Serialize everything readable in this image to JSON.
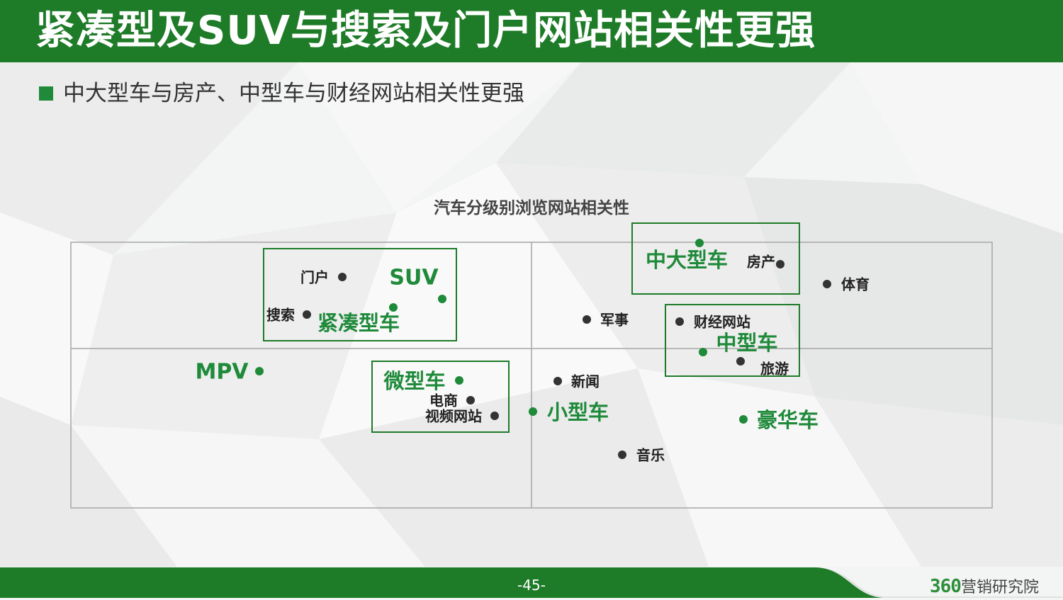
{
  "slide": {
    "title": "紧凑型及SUV与搜索及门户网站相关性更强",
    "subtitle": "中大型车与房产、中型车与财经网站相关性更强",
    "page_number": "-45-",
    "brand_number": "360",
    "brand_text": "营销研究院"
  },
  "colors": {
    "header_green": "#1e7b28",
    "point_green": "#1e8a3a",
    "label_green": "#1e8a3a",
    "dark_point": "#333333"
  },
  "chart_data": {
    "type": "scatter",
    "title": "汽车分级别浏览网站相关性",
    "xlabel": "",
    "ylabel": "",
    "grid": "quadrant dividers",
    "legend": "none",
    "series": [
      {
        "points": [
          {
            "label": "门户",
            "group": "website"
          },
          {
            "label": "SUV",
            "group": "car"
          },
          {
            "label": "搜索",
            "group": "website"
          },
          {
            "label": "紧凑型车",
            "group": "car"
          },
          {
            "label": "中大型车",
            "group": "car"
          },
          {
            "label": "房产",
            "group": "website"
          },
          {
            "label": "体育",
            "group": "website"
          },
          {
            "label": "军事",
            "group": "website"
          },
          {
            "label": "财经网站",
            "group": "website"
          },
          {
            "label": "中型车",
            "group": "car"
          },
          {
            "label": "旅游",
            "group": "website"
          },
          {
            "label": "MPV",
            "group": "car"
          },
          {
            "label": "微型车",
            "group": "car"
          },
          {
            "label": "电商",
            "group": "website"
          },
          {
            "label": "视频网站",
            "group": "website"
          },
          {
            "label": "新闻",
            "group": "website"
          },
          {
            "label": "小型车",
            "group": "car"
          },
          {
            "label": "豪华车",
            "group": "car"
          },
          {
            "label": "音乐",
            "group": "website"
          }
        ]
      }
    ]
  }
}
